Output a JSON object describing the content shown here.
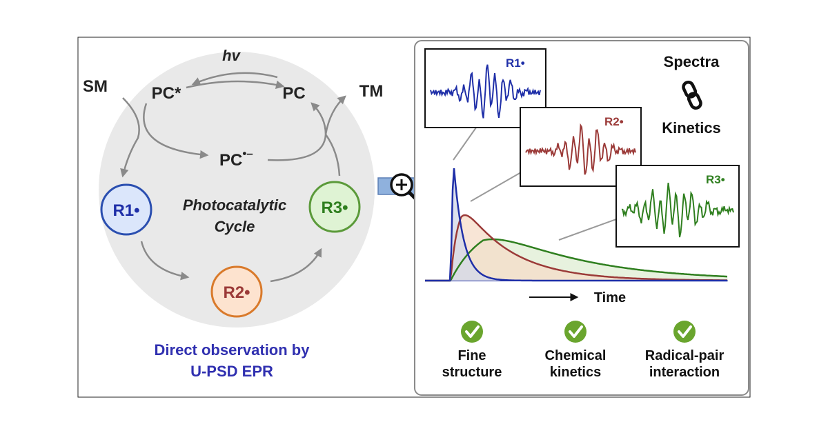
{
  "cycle": {
    "hv": "hv",
    "sm": "SM",
    "tm": "TM",
    "pc_star": "PC*",
    "pc": "PC",
    "pc_anion_base": "PC",
    "pc_anion_sup": "•–",
    "r1": "R1•",
    "r2": "R2•",
    "r3": "R3•",
    "center_line1": "Photocatalytic",
    "center_line2": "Cycle",
    "caption_line1": "Direct observation by",
    "caption_line2": "U-PSD EPR"
  },
  "panel": {
    "spectrum_r1_label": "R1•",
    "spectrum_r2_label": "R2•",
    "spectrum_r3_label": "R3•",
    "spectra_label": "Spectra",
    "kinetics_label": "Kinetics",
    "time_label": "Time",
    "checks": [
      {
        "line1": "Fine",
        "line2": "structure"
      },
      {
        "line1": "Chemical",
        "line2": "kinetics"
      },
      {
        "line1": "Radical-pair",
        "line2": "interaction"
      }
    ]
  },
  "colors": {
    "r1": "#1f2fa8",
    "r2": "#9b3a38",
    "r3": "#2f7f1f",
    "caption": "#3030b0",
    "check": "#6aa52e",
    "magnifier_arrow": "#8fb1dd",
    "cycle_bg": "#e9e9e9",
    "arrow": "#8a8a8a"
  }
}
